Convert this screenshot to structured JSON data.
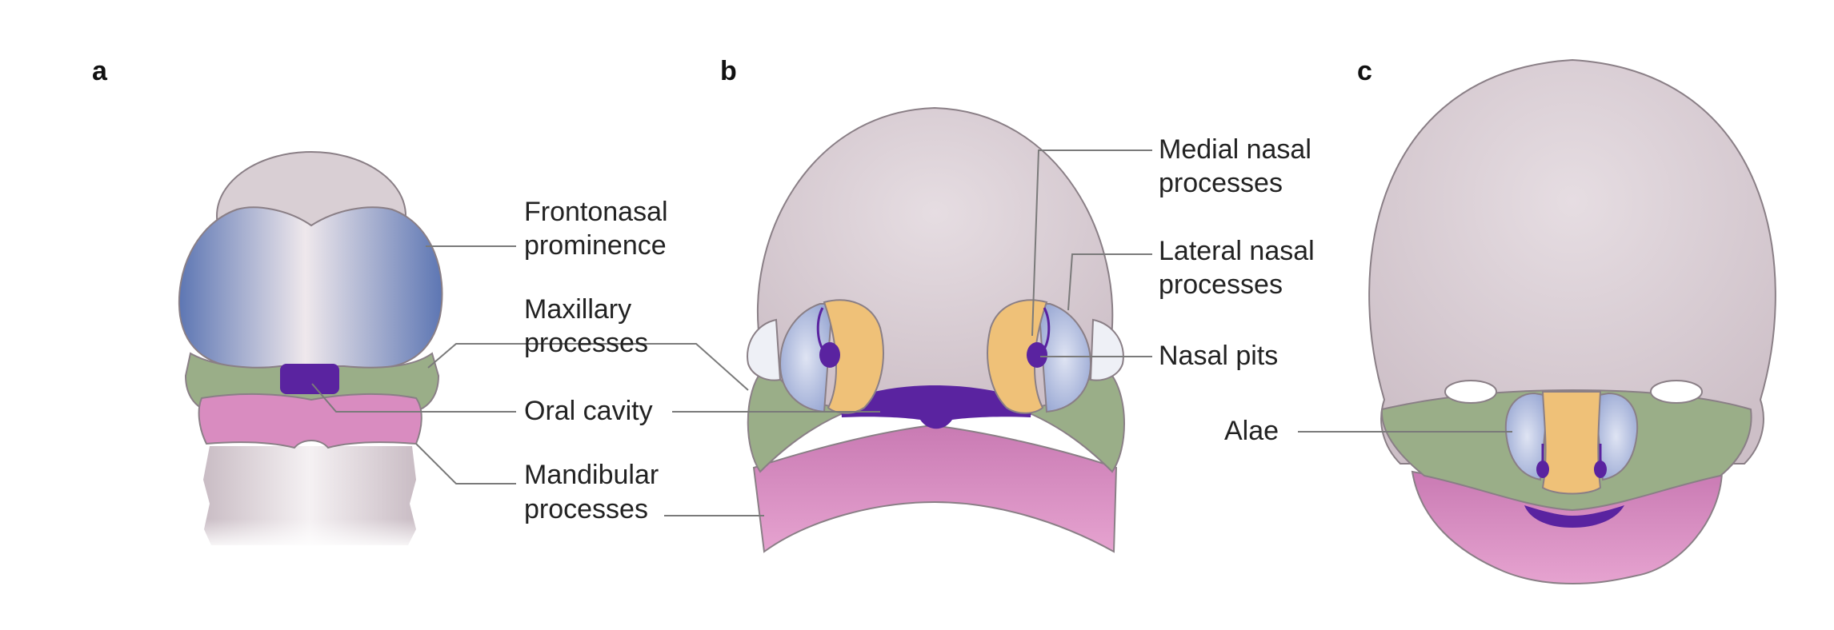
{
  "panels": {
    "a": {
      "letter": "a",
      "labels": {
        "frontonasal_1": "Frontonasal",
        "frontonasal_2": "prominence",
        "maxillary_1": "Maxillary",
        "maxillary_2": "processes",
        "oral": "Oral cavity",
        "mandibular_1": "Mandibular",
        "mandibular_2": "processes"
      }
    },
    "b": {
      "letter": "b",
      "labels": {
        "medial_1": "Medial nasal",
        "medial_2": "processes",
        "lateral_1": "Lateral nasal",
        "lateral_2": "processes",
        "pits": "Nasal pits"
      }
    },
    "c": {
      "letter": "c",
      "labels": {
        "alae": "Alae"
      }
    }
  },
  "colors": {
    "head": "#d8cdd3",
    "frontonasal": "#6f84b8",
    "maxillary": "#9aae88",
    "mandibular": "#d98cc0",
    "oral_cavity": "#5a23a0",
    "medial_nasal": "#efc178",
    "lateral_nasal": "#b0bde0",
    "neck": "#ddd2d7"
  }
}
